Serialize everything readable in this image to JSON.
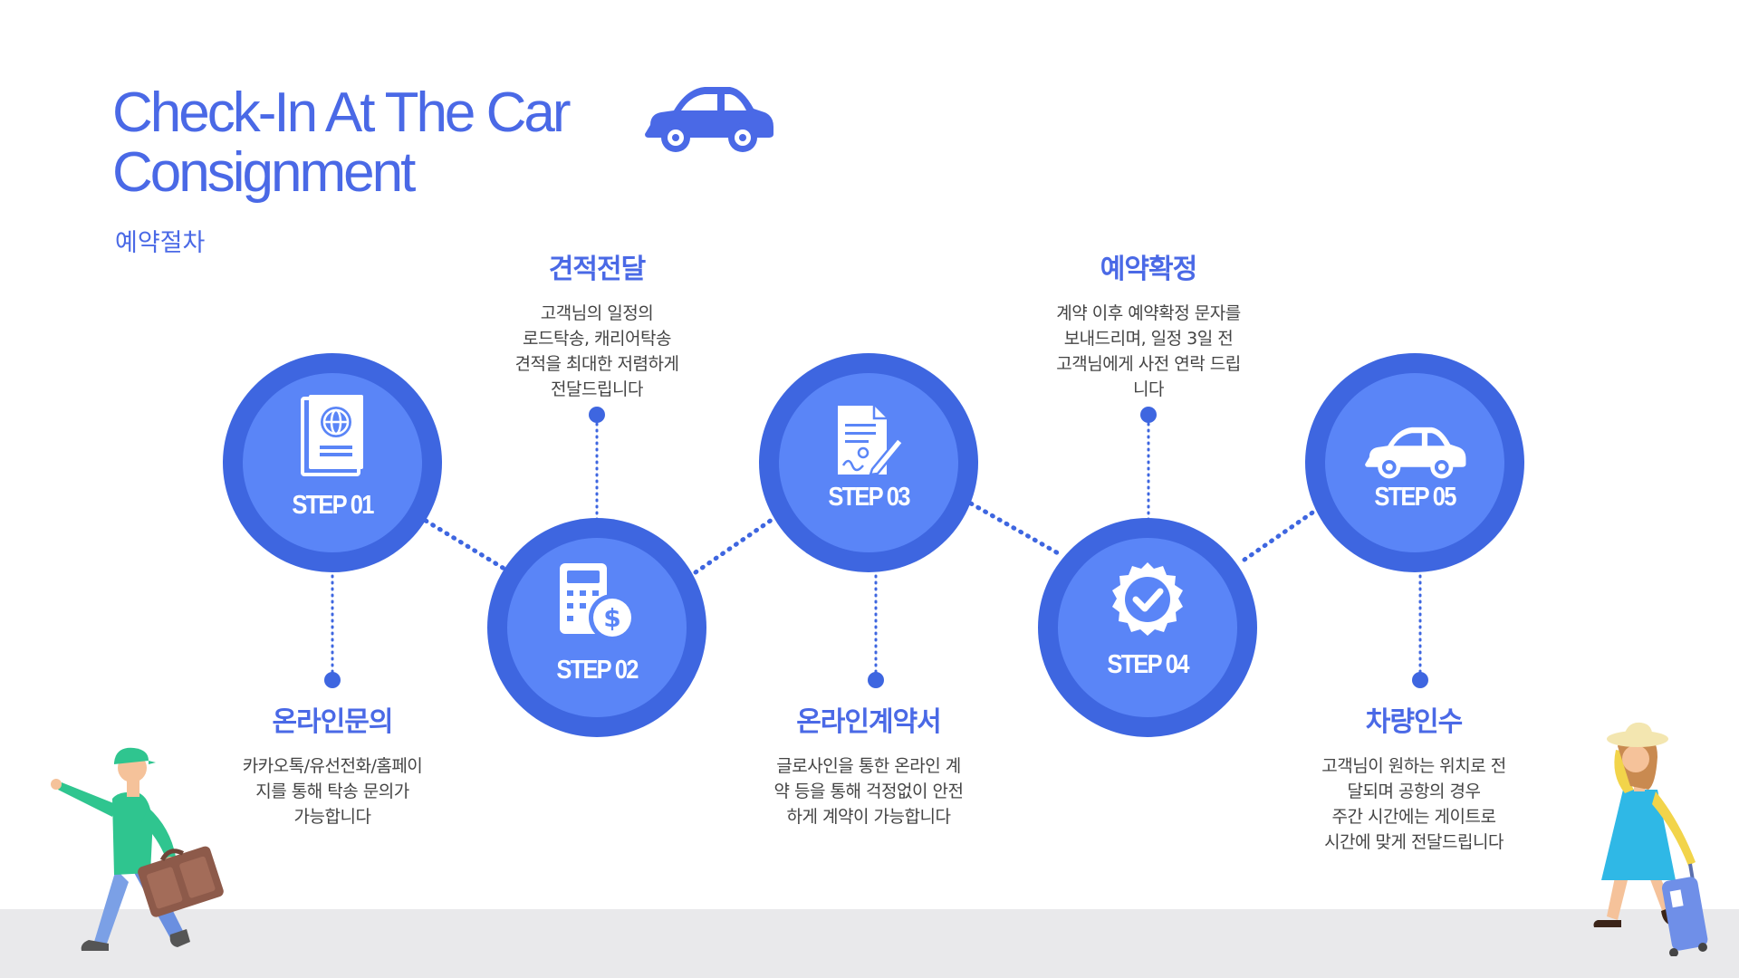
{
  "header": {
    "title": "Check-In At The Car\nConsignment",
    "subtitle": "예약절차"
  },
  "colors": {
    "accent": "#4a69e6",
    "circle_outer": "#3e66e0",
    "circle_inner": "#5a85f7",
    "floor": "#e9e9eb"
  },
  "steps": [
    {
      "label": "STEP 01",
      "icon": "passport-icon",
      "title": "온라인문의",
      "desc": "카카오톡/유선전화/홈페이\n지를 통해 탁송 문의가\n가능합니다"
    },
    {
      "label": "STEP 02",
      "icon": "calculator-dollar-icon",
      "title": "견적전달",
      "desc": "고객님의 일정의\n로드탁송, 캐리어탁송\n견적을 최대한 저렴하게\n전달드립니다"
    },
    {
      "label": "STEP 03",
      "icon": "contract-icon",
      "title": "온라인계약서",
      "desc": "글로사인을 통한 온라인 계\n약 등을 통해 걱정없이 안전\n하게 계약이 가능합니다"
    },
    {
      "label": "STEP 04",
      "icon": "check-badge-icon",
      "title": "예약확정",
      "desc": "계약 이후 예약확정 문자를\n보내드리며, 일정 3일 전\n고객님에게 사전 연락 드립\n니다"
    },
    {
      "label": "STEP 05",
      "icon": "car-icon",
      "title": "차량인수",
      "desc": "고객님이 원하는 위치로 전\n달되며 공항의 경우\n주간 시간에는 게이트로\n시간에 맞게 전달드립니다"
    }
  ]
}
